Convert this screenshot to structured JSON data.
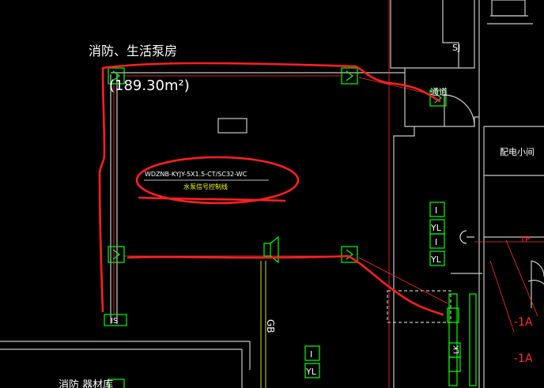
{
  "drawing": {
    "room_name": "消防、生活泵房",
    "room_area": "(189.30m²)",
    "cable_spec": "WDZNB-KYJY-5X1.5-CT/SC32-WC",
    "cable_note": "水泵信号控制线",
    "shaft_label": "SJ",
    "well_label": "通道",
    "valve_room_label": "配电小间",
    "gb_label": "GB",
    "tp_label": "TP",
    "tag_is": "IS",
    "tag_i": "I",
    "tag_yl": "YL",
    "tag_lk": "LK",
    "fire_label": "消防 器材库",
    "dim_1a_top": "-1A",
    "dim_1a_bottom": "-1A",
    "colors": {
      "background": "#000000",
      "wall": "#c8c8c8",
      "box": "#00ff00",
      "annotation": "#ff2020",
      "text_white": "#ffffff",
      "text_yellow": "#ffff00",
      "dim_red": "#ff3030",
      "yellow_line": "#e0e000"
    }
  }
}
